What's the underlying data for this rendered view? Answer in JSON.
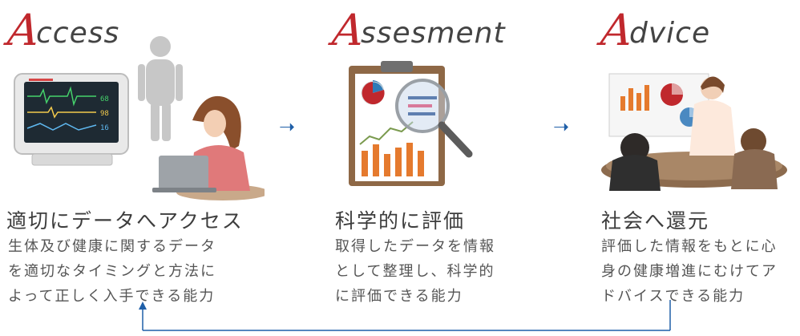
{
  "steps": [
    {
      "initial": "A",
      "rest": "ccess",
      "heading": "適切にデータへアクセス",
      "description": "生体及び健康に関するデータ\nを適切なタイミングと方法に\nよって正しく入手できる能力"
    },
    {
      "initial": "A",
      "rest": "ssesment",
      "heading": "科学的に評価",
      "description": "取得したデータを情報\nとして整理し、科学的\nに評価できる能力"
    },
    {
      "initial": "A",
      "rest": "dvice",
      "heading": "社会へ還元",
      "description": "評価した情報をもとに心\n身の健康増進にむけてア\nドバイスできる能力"
    }
  ],
  "colors": {
    "accent_red": "#c0282d",
    "arrow_blue": "#1f5fa8",
    "chart_orange": "#e57a2e"
  },
  "icons": [
    "monitor-icon",
    "person-silhouette-icon",
    "woman-laptop-icon",
    "clipboard-chart-icon",
    "magnifier-icon",
    "meeting-presentation-icon"
  ]
}
